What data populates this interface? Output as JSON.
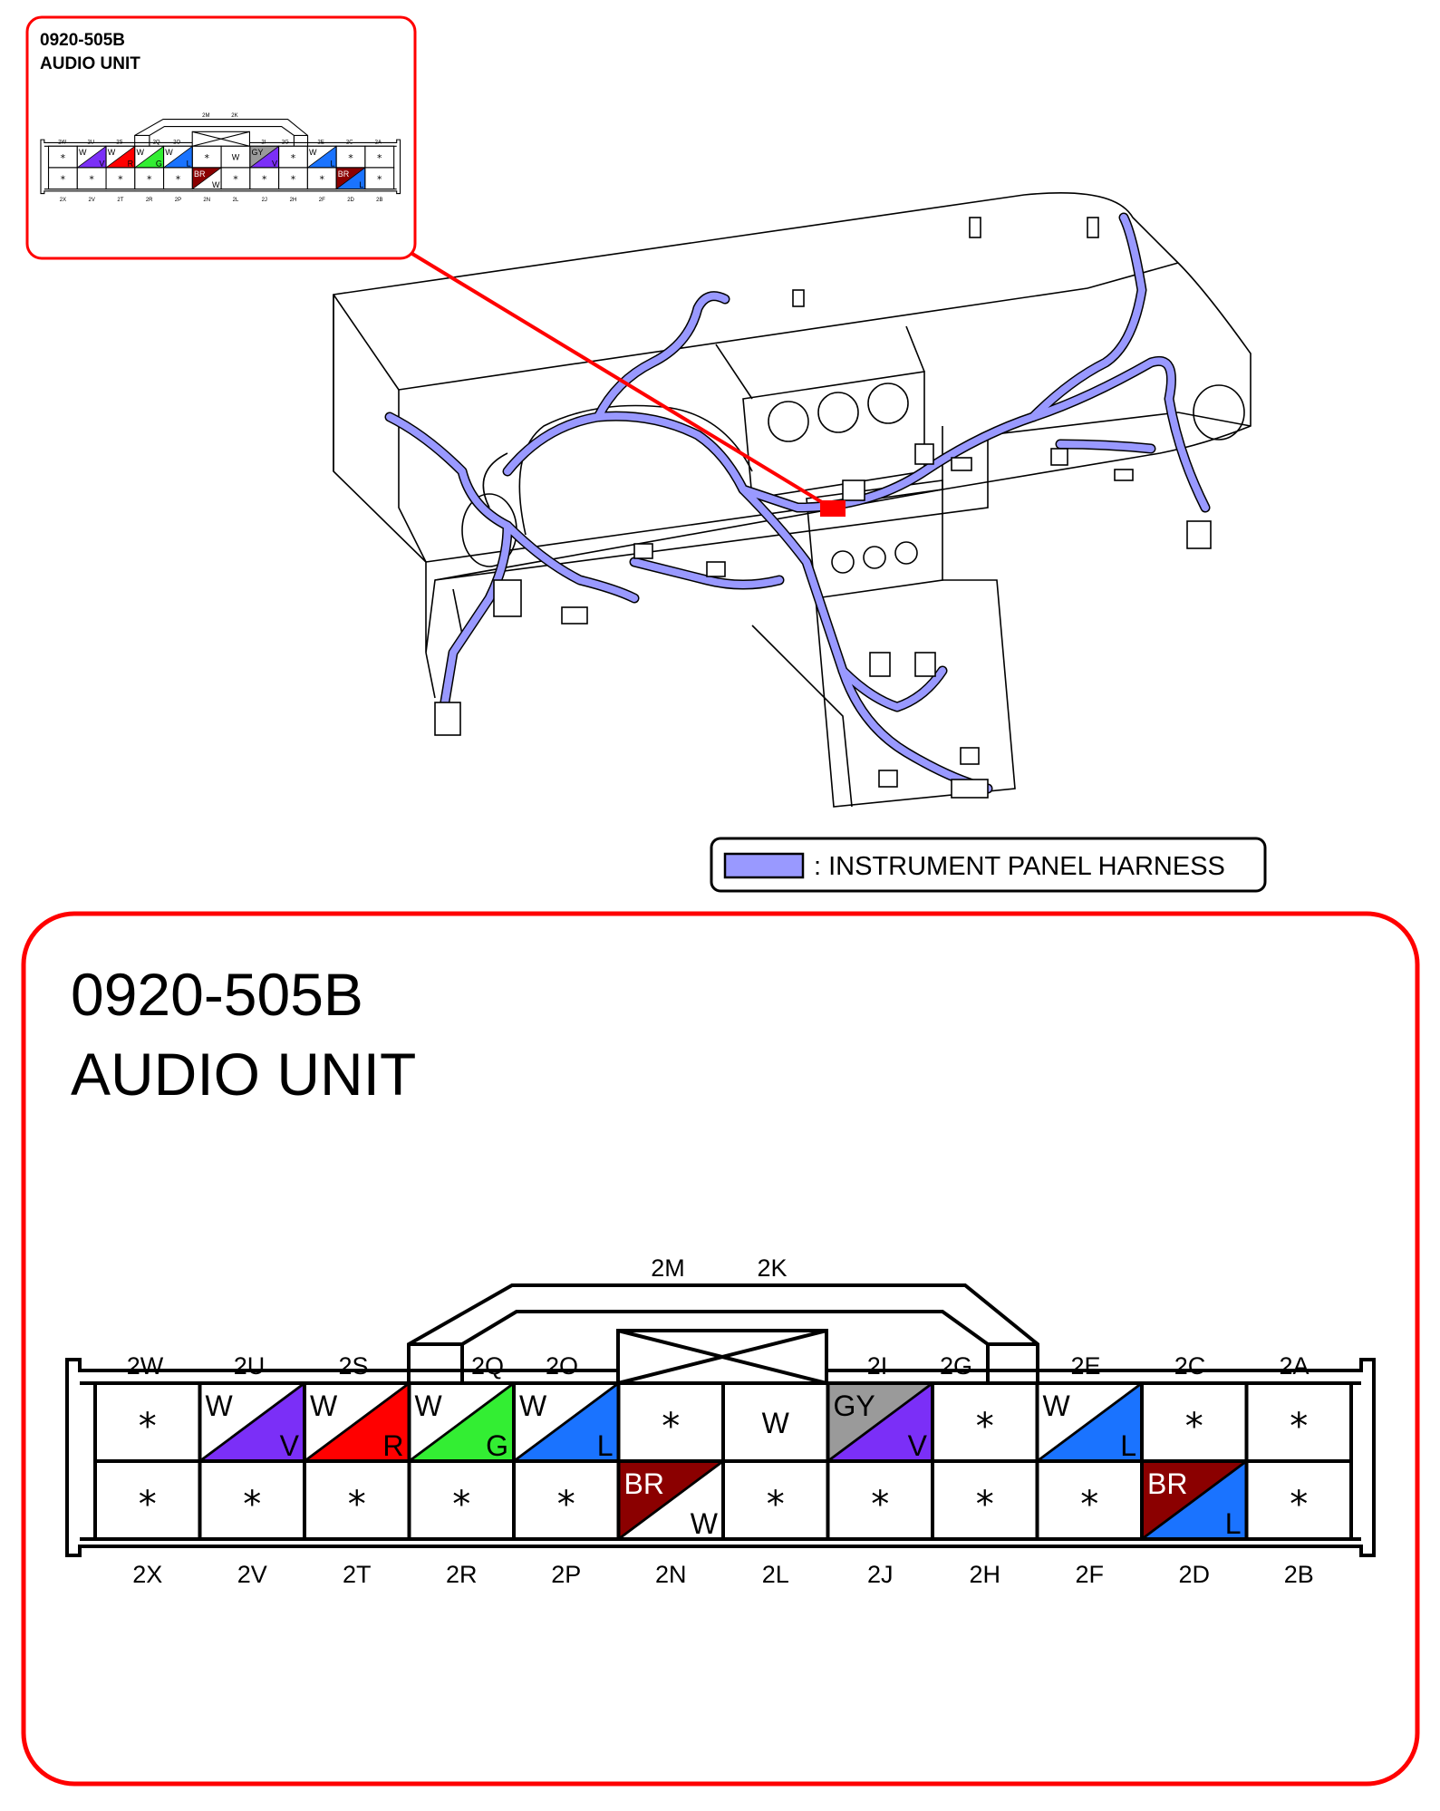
{
  "connector": {
    "code": "0920-505B",
    "name": "AUDIO UNIT",
    "top_labels": [
      "2W",
      "2U",
      "2S",
      "2Q",
      "2O",
      "2I",
      "2G",
      "2E",
      "2C",
      "2A"
    ],
    "upper_labels": [
      "2M",
      "2K"
    ],
    "bottom_labels": [
      "2X",
      "2V",
      "2T",
      "2R",
      "2P",
      "2N",
      "2L",
      "2J",
      "2H",
      "2F",
      "2D",
      "2B"
    ],
    "row_top": [
      {
        "type": "star",
        "text": "*"
      },
      {
        "type": "split",
        "text1": "W",
        "text2": "V",
        "color1": "#ffffff",
        "color2": "#7b2ff7"
      },
      {
        "type": "split",
        "text1": "W",
        "text2": "R",
        "color1": "#ffffff",
        "color2": "#ff0000"
      },
      {
        "type": "split",
        "text1": "W",
        "text2": "G",
        "color1": "#ffffff",
        "color2": "#33ee33"
      },
      {
        "type": "split",
        "text1": "W",
        "text2": "L",
        "color1": "#ffffff",
        "color2": "#1a73ff"
      },
      {
        "type": "star",
        "text": "*"
      },
      {
        "type": "solid",
        "text": "W",
        "color": "#ffffff"
      },
      {
        "type": "split",
        "text1": "GY",
        "text2": "V",
        "color1": "#9a9a9a",
        "color2": "#7b2ff7"
      },
      {
        "type": "star",
        "text": "*"
      },
      {
        "type": "split",
        "text1": "W",
        "text2": "L",
        "color1": "#ffffff",
        "color2": "#1a73ff"
      },
      {
        "type": "star",
        "text": "*"
      },
      {
        "type": "star",
        "text": "*"
      }
    ],
    "row_bottom": [
      {
        "type": "star",
        "text": "*"
      },
      {
        "type": "star",
        "text": "*"
      },
      {
        "type": "star",
        "text": "*"
      },
      {
        "type": "star",
        "text": "*"
      },
      {
        "type": "star",
        "text": "*"
      },
      {
        "type": "split",
        "text1": "BR",
        "text2": "W",
        "color1": "#8b0000",
        "color2": "#ffffff"
      },
      {
        "type": "star",
        "text": "*"
      },
      {
        "type": "star",
        "text": "*"
      },
      {
        "type": "star",
        "text": "*"
      },
      {
        "type": "star",
        "text": "*"
      },
      {
        "type": "split",
        "text1": "BR",
        "text2": "L",
        "color1": "#8b0000",
        "color2": "#1a73ff"
      },
      {
        "type": "star",
        "text": "*"
      }
    ]
  },
  "legend": {
    "text": ": INSTRUMENT PANEL HARNESS",
    "swatch_color": "#9999ff"
  },
  "colors": {
    "frame_red": "#ff0000",
    "harness": "#9999ff"
  }
}
